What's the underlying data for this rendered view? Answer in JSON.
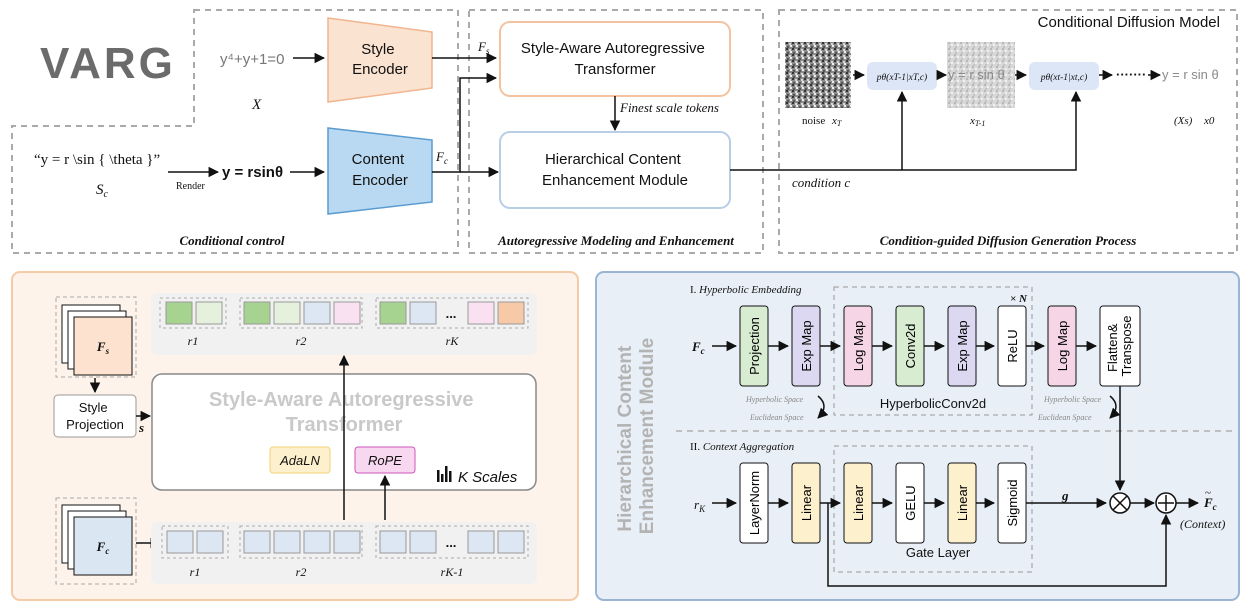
{
  "colors": {
    "style_encoder": "#fbe3d1",
    "style_encoder_stroke": "#f0b48e",
    "content_encoder": "#b9d9f2",
    "content_encoder_stroke": "#5a9bd0",
    "sat_box_stroke": "#f3c3a0",
    "hcem_box_stroke": "#b8cde6",
    "left_panel_bg": "#fdf3ea",
    "left_panel_stroke": "#f4cba6",
    "right_panel_bg": "#e8eff7",
    "right_panel_stroke": "#9ab4d3",
    "green_block": "#d8ecd1",
    "purple_block": "#dcd8f1",
    "pink_block": "#f6d6e6",
    "yellow_block": "#fdf0cc",
    "cond_pill": "#dde6f6"
  },
  "top": {
    "logo": "VARG",
    "handwritten_formula": "y⁴+y+1=0",
    "x_label": "X",
    "style_encoder": "Style\nEncoder",
    "fs_label": "F",
    "fs_sub": "s",
    "sat_label": "Style-Aware Autoregressive\nTransformer",
    "finest_tokens": "Finest scale tokens",
    "latex_text": "“y = r \\sin { \\theta }”",
    "sc_label": "S",
    "sc_sub": "c",
    "render_label": "Render",
    "rendered_formula": "y = rsinθ",
    "content_encoder": "Content\nEncoder",
    "fc_label": "F",
    "fc_sub": "c",
    "hcem_label": "Hierarchical Content\nEnhancement Module",
    "condition_c": "condition c",
    "section1_caption": "Conditional control",
    "section2_caption": "Autoregressive Modeling and Enhancement",
    "section3_caption": "Condition-guided Diffusion Generation Process",
    "cdm_title": "Conditional Diffusion Model",
    "noise_label": "noise",
    "xT_label": "x",
    "xT_sub": "T",
    "xT1_label": "x",
    "xT1_sub": "T-1",
    "p1_label": "pθ(xT-1|xT,c)",
    "p2_label": "pθ(xt-1|xt,c)",
    "dots": "·······",
    "hw_out": "y = r sin θ",
    "xs_label": "(Xs)",
    "x0_label": "x0"
  },
  "left_panel": {
    "fs_card": "F",
    "fs_card_sub": "s",
    "style_projection": "Style\nProjection",
    "s_label": "s",
    "sat_title": "Style-Aware Autoregressive\nTransformer",
    "adaln": "AdaLN",
    "rope": "RoPE",
    "k_scales": "K Scales",
    "fc_card": "F",
    "fc_card_sub": "c",
    "top_groups": [
      "r1",
      "r2",
      "rK"
    ],
    "bottom_groups": [
      "r1",
      "r2",
      "rK-1"
    ],
    "ellipsis": "..."
  },
  "right_panel": {
    "side_title": "Hierarchical Content\nEnhancement Module",
    "part1": "I. Hyperbolic Embedding",
    "part2": "II. Context Aggregation",
    "fc_in": "F",
    "fc_in_sub": "c",
    "rk_in": "r",
    "rk_in_sub": "K",
    "nodes_top": [
      "Projection",
      "Exp Map",
      "Log Map",
      "Conv2d",
      "Exp Map",
      "ReLU",
      "Log Map",
      "Flatten&\nTranspose"
    ],
    "nodes_bottom": [
      "LayerNorm",
      "Linear",
      "Linear",
      "GELU",
      "Linear",
      "Sigmoid"
    ],
    "times_n": "× N",
    "hyperbolic_conv": "HyperbolicConv2d",
    "gate_layer": "Gate Layer",
    "hyperbolic_space": "Hyperbolic Space",
    "euclidean_space": "Euclidean Space",
    "g_label": "g",
    "out_label": "F",
    "out_sub": "c",
    "context": "(Context)"
  }
}
